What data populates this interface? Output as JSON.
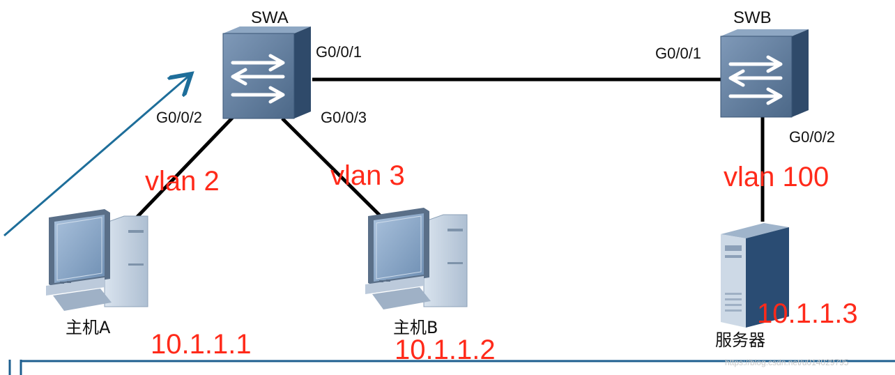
{
  "devices": {
    "swa": {
      "label": "SWA"
    },
    "swb": {
      "label": "SWB"
    }
  },
  "ports": {
    "swa_g001": "G0/0/1",
    "swa_g002": "G0/0/2",
    "swa_g003": "G0/0/3",
    "swb_g001": "G0/0/1",
    "swb_g002": "G0/0/2"
  },
  "vlans": {
    "host_a": "vlan 2",
    "host_b": "vlan 3",
    "server": "vlan 100"
  },
  "hosts": {
    "host_a": {
      "label": "主机A",
      "ip": "10.1.1.1"
    },
    "host_b": {
      "label": "主机B",
      "ip": "10.1.1.2"
    },
    "server": {
      "label": "服务器",
      "ip": "10.1.1.3"
    }
  },
  "watermark": "https://blog.csdn.net/u014029795",
  "colors": {
    "switch_face": "#5d7898",
    "switch_dark": "#2f4a6a",
    "annotation_red": "#ff2a1a",
    "arrow_blue": "#1e6e9a",
    "link": "#000000"
  }
}
